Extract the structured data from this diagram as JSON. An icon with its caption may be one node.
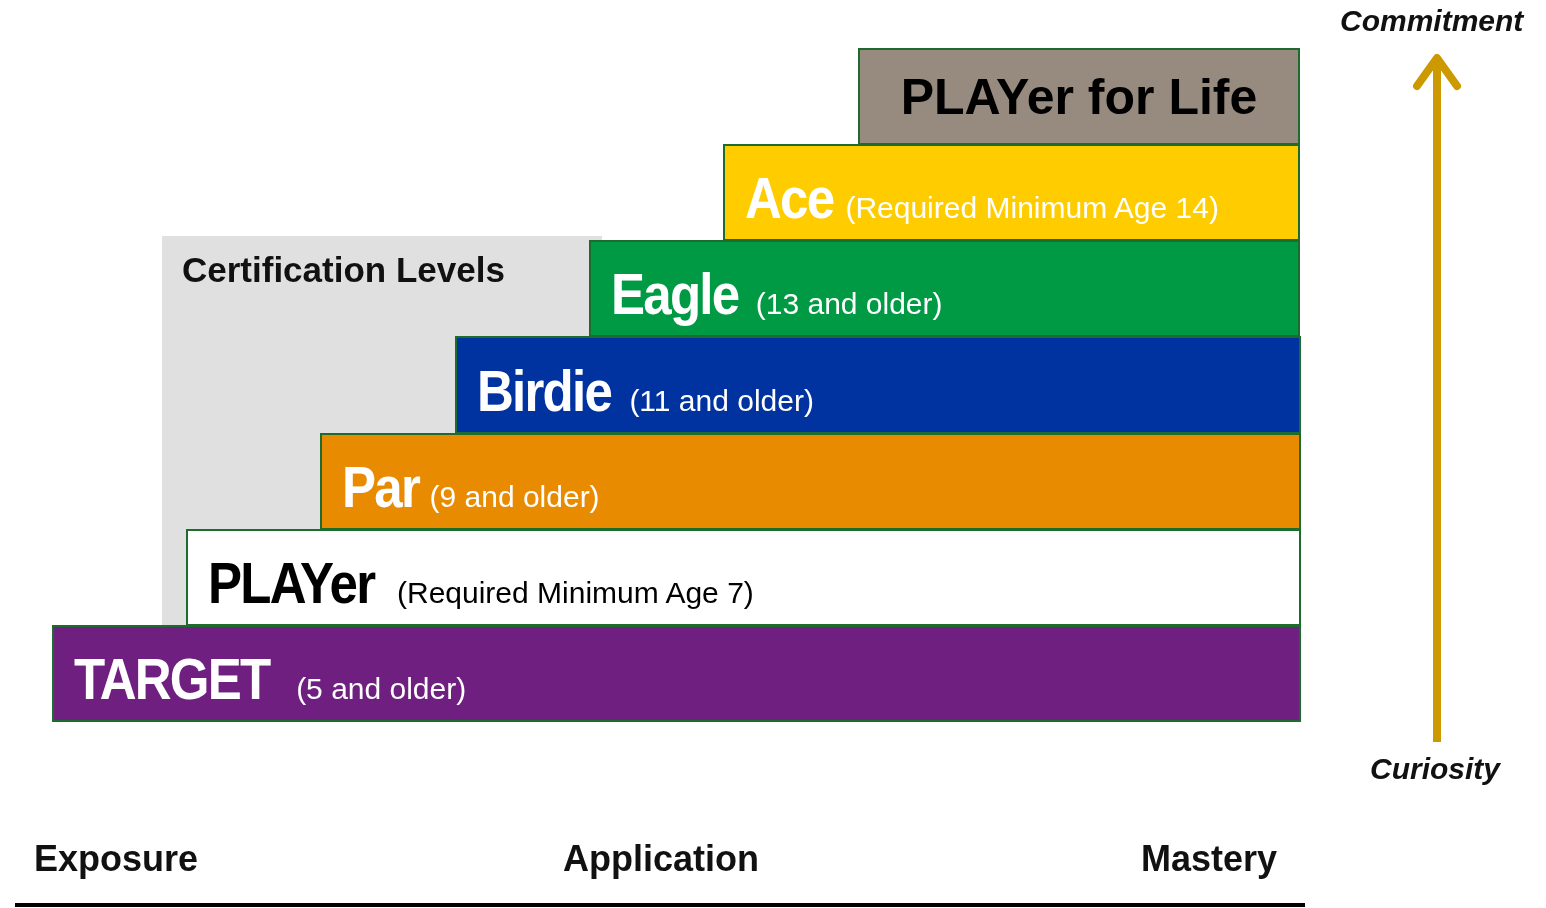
{
  "diagram": {
    "nodes": [
      {
        "text": [
          "Certification Levels"
        ]
      },
      {
        "text": [
          "PLAYer  for Life"
        ]
      },
      {
        "text": [
          "Ace",
          "(Required Minimum Age 14)"
        ]
      },
      {
        "text": [
          "Eagle",
          "(13 and older)"
        ]
      },
      {
        "text": [
          "Birdie",
          "(11 and older)"
        ]
      },
      {
        "text": [
          "Par",
          "(9 and older)"
        ]
      },
      {
        "text": [
          "PLAYer",
          "(Required Minimum Age 7)"
        ]
      },
      {
        "text": [
          "TARGET",
          "(5 and older)"
        ]
      },
      {
        "text": [
          "Commitment"
        ]
      },
      {
        "text": [
          "Curiosity"
        ]
      }
    ],
    "edges": [
      {
        "from": 9,
        "to": 8,
        "arrow": "to"
      }
    ],
    "labels": [
      "Exposure",
      "Application",
      "Mastery"
    ]
  }
}
